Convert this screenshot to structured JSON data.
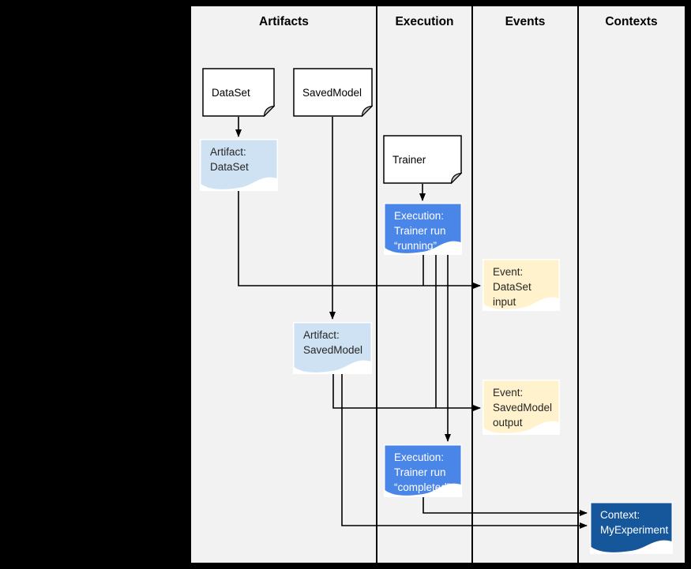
{
  "header": {
    "columns": [
      "Artifacts",
      "Execution",
      "Events",
      "Contexts"
    ]
  },
  "nodes": {
    "dataset": {
      "label": "DataSet"
    },
    "savedmodel": {
      "label": "SavedModel"
    },
    "trainer": {
      "label": "Trainer"
    },
    "artifact_dataset": {
      "lines": [
        "Artifact:",
        "DataSet"
      ]
    },
    "execution_running": {
      "lines": [
        "Execution:",
        "Trainer run",
        "“running”"
      ]
    },
    "event_dataset_input": {
      "lines": [
        "Event:",
        "DataSet input"
      ]
    },
    "artifact_savedmodel": {
      "lines": [
        "Artifact:",
        "SavedModel"
      ]
    },
    "event_savedmodel_output": {
      "lines": [
        "Event:",
        "SavedModel",
        "output"
      ]
    },
    "execution_completed": {
      "lines": [
        "Execution:",
        "Trainer run",
        "“completed”"
      ]
    },
    "context_myexperiment": {
      "lines": [
        "Context:",
        "MyExperiment"
      ]
    }
  },
  "colors": {
    "frame_background": "#000000",
    "canvas_background": "#f2f2f2",
    "artifact_fill": "#cfe2f3",
    "event_fill": "#fff2cc",
    "execution_fill": "#4a86e8",
    "context_fill": "#16579b",
    "box_fill": "#ffffff",
    "line": "#000000",
    "dark_text": "#262626",
    "light_text": "#ffffff"
  }
}
